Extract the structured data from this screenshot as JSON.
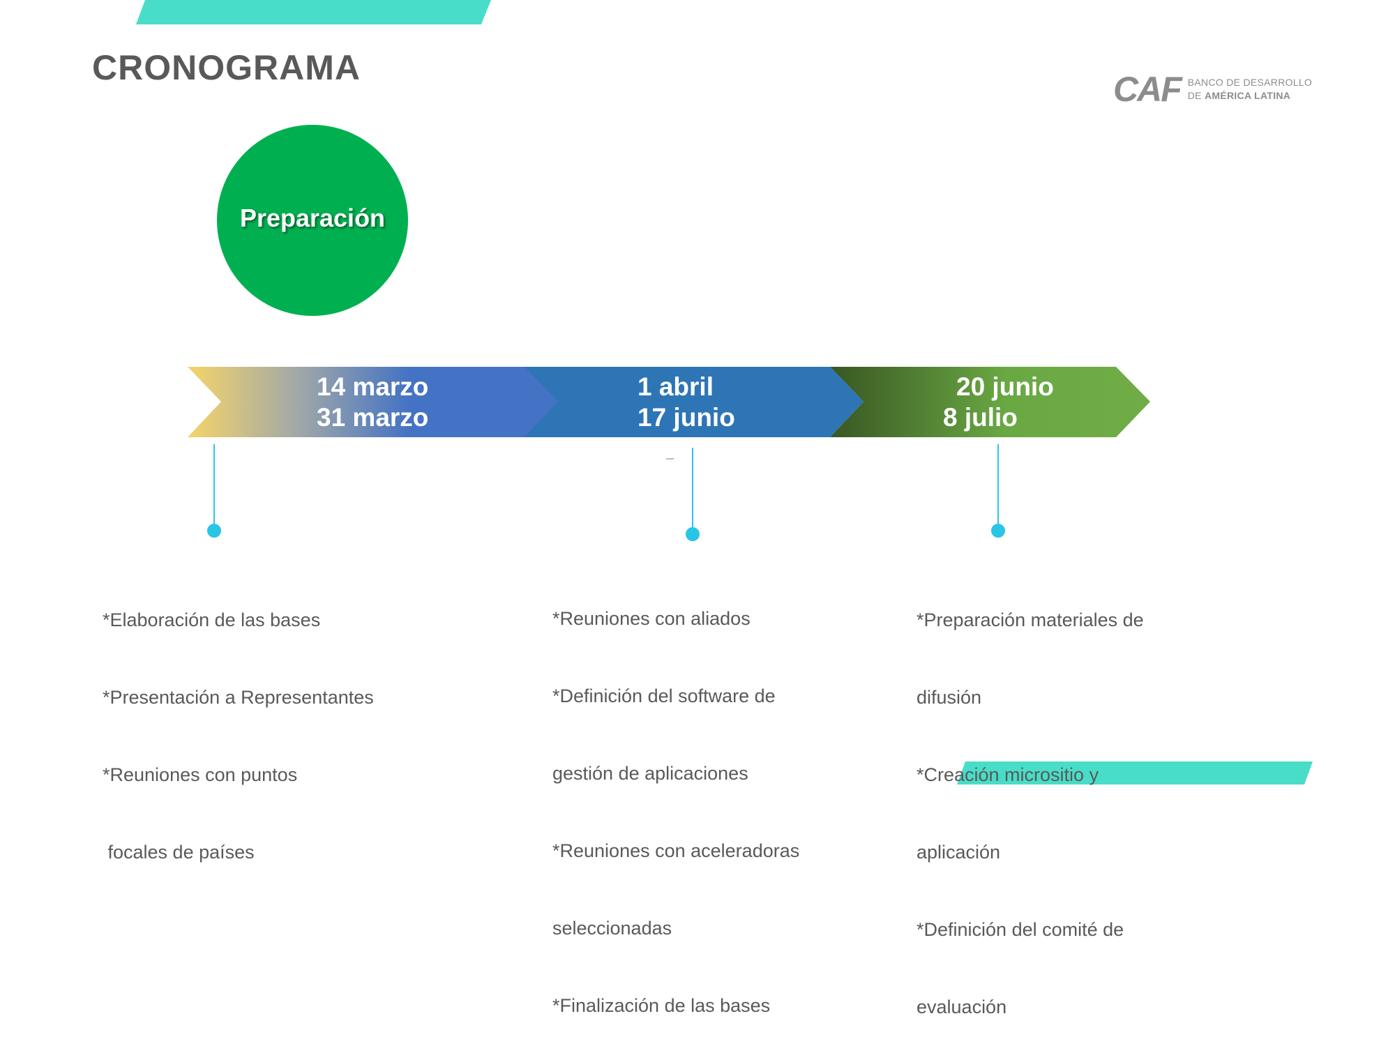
{
  "title": "CRONOGRAMA",
  "logo": {
    "mark": "CAF",
    "line1": "BANCO DE DESARROLLO",
    "line2_prefix": "DE ",
    "line2_bold": "AMÉRICA LATINA"
  },
  "phase_circle": {
    "label": "Preparación",
    "color": "#00B050"
  },
  "accent_color": "#48DDC8",
  "timeline": [
    {
      "line1": "14 marzo",
      "line2": "31 marzo",
      "items": [
        "*Elaboración de las bases",
        "*Presentación a Representantes",
        "*Reuniones con puntos",
        " focales de países"
      ]
    },
    {
      "line1": "1 abril",
      "line2": "17 junio",
      "items": [
        "*Reuniones con aliados",
        "*Definición del software de",
        "gestión de aplicaciones",
        "*Reuniones con aceleradoras",
        "seleccionadas",
        "*Finalización de las bases"
      ]
    },
    {
      "line1": "20 junio",
      "line2": "8 julio",
      "items": [
        "*Preparación materiales de",
        "difusión",
        "*Creación micrositio y",
        "aplicación",
        "*Definición del comité de",
        "evaluación"
      ]
    }
  ]
}
